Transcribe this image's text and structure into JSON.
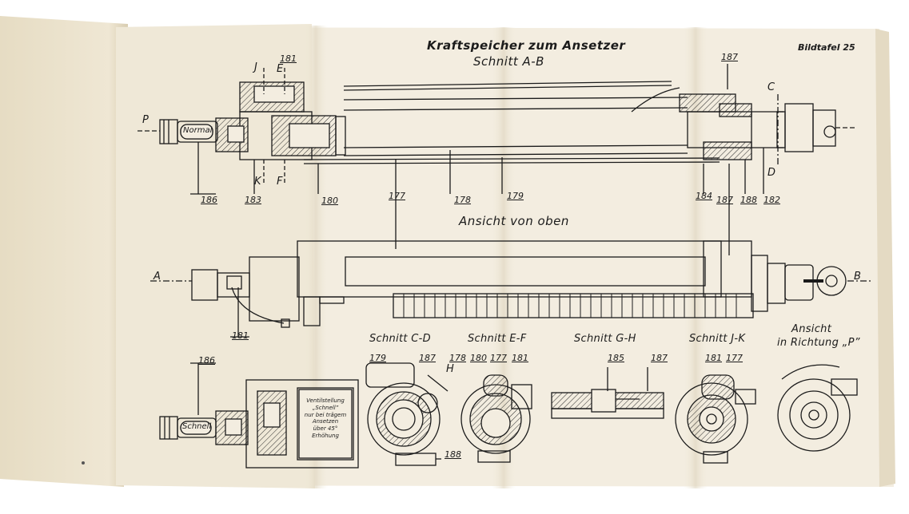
{
  "plate_number": "Bildtafel 25",
  "title": "Kraftspeicher zum Ansetzer",
  "section_ab": "Schnitt A-B",
  "view_top": "Ansicht von oben",
  "section_cd": "Schnitt C-D",
  "section_ef": "Schnitt E-F",
  "section_gh": "Schnitt G-H",
  "section_jk": "Schnitt J-K",
  "view_p": {
    "line1": "Ansicht",
    "line2": "in Richtung „P”"
  },
  "valve_labels": {
    "normal": "Normal",
    "schnell": "Schnell"
  },
  "valve_note": [
    "Ventilstellung",
    "„Schnell”",
    "nur bei trägem",
    "Ansetzen",
    "über 45° Erhöhung"
  ],
  "section_letters": {
    "p": "P",
    "j": "J",
    "e": "E",
    "k": "K",
    "f": "F",
    "c": "C",
    "d": "D",
    "a": "A",
    "b": "B",
    "h": "H"
  },
  "callouts": {
    "c181_top": "181",
    "c187_top": "187",
    "c186": "186",
    "c183": "183",
    "c180": "180",
    "c177": "177",
    "c178": "178",
    "c179": "179",
    "c184": "184",
    "c187_mid": "187",
    "c188": "188",
    "c182": "182",
    "c181_mid": "181",
    "c186_low": "186",
    "c179_cd": "179",
    "c187_cd": "187",
    "c188_cd": "188",
    "c178_ef": "178",
    "c180_ef": "180",
    "c177_ef": "177",
    "c181_ef": "181",
    "c185_gh": "185",
    "c187_gh": "187",
    "c181_jk": "181",
    "c177_jk": "177"
  },
  "colors": {
    "paper": "#f2ecdc",
    "paper_left": "#ece3cd",
    "ink": "#1b1b1b",
    "background": "#ffffff"
  }
}
